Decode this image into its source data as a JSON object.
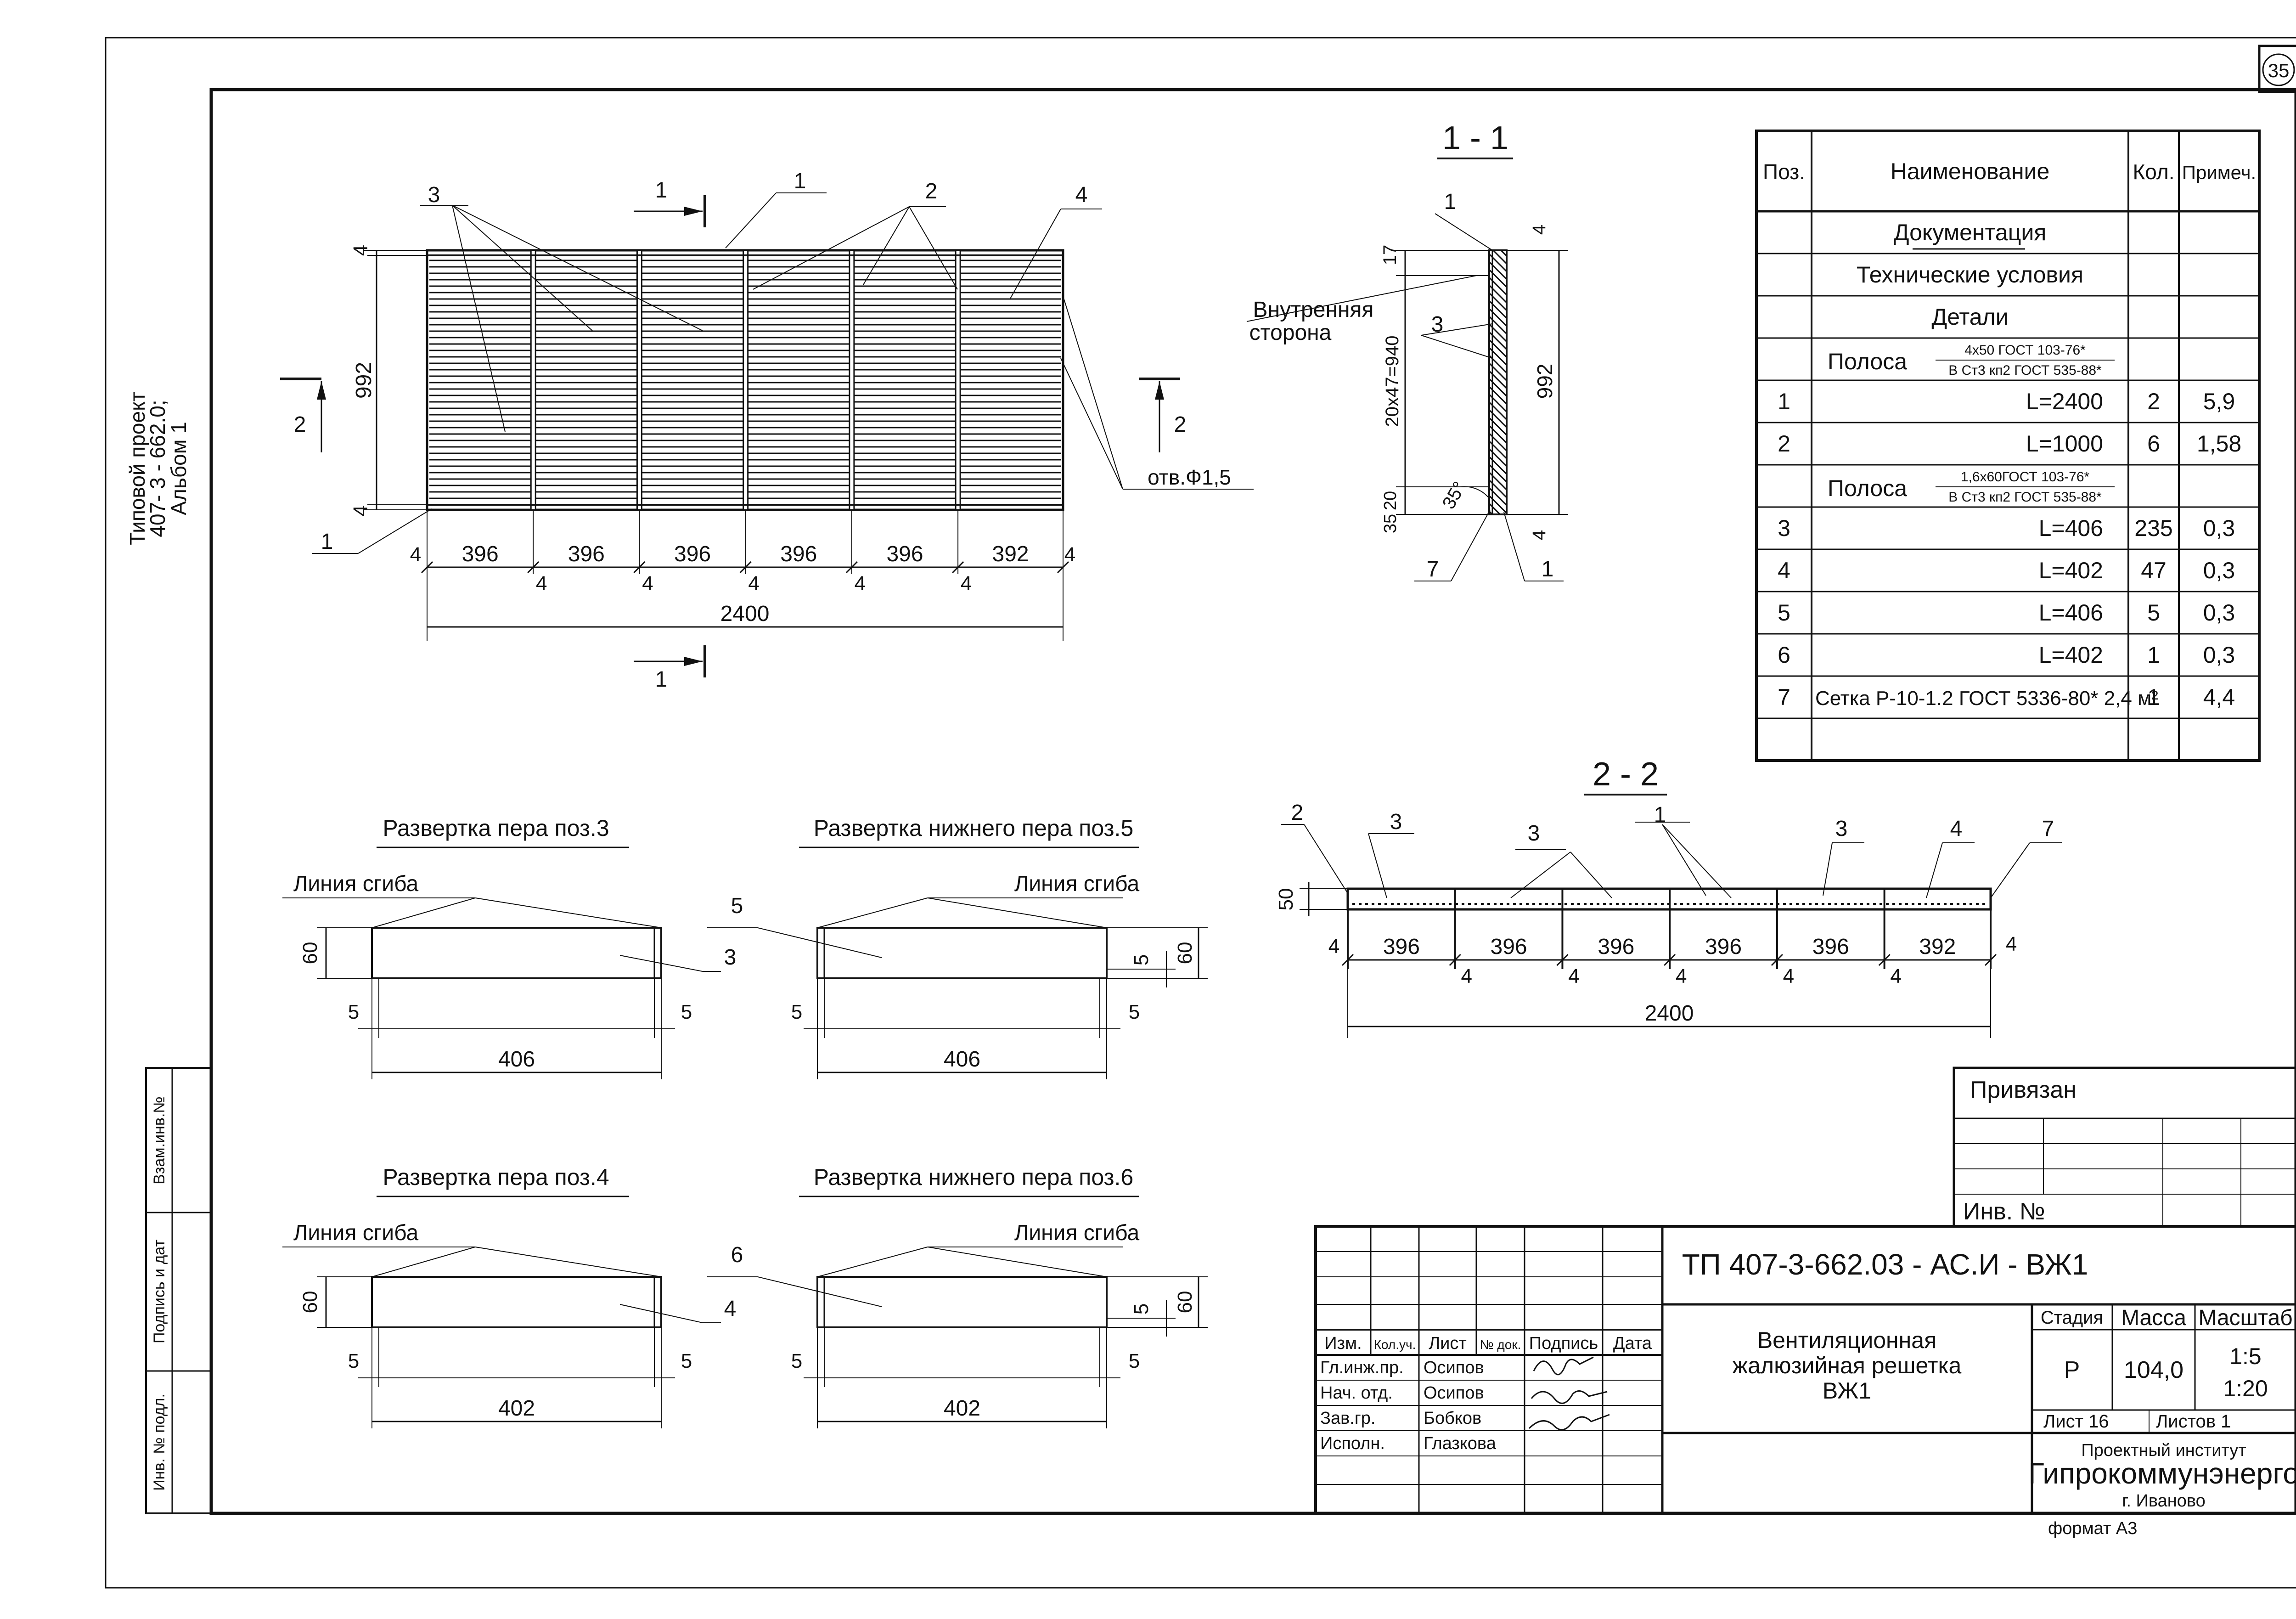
{
  "sheet": {
    "page_number": "35",
    "format": "формат А3",
    "side_title": [
      "Типовой проект",
      "407- 3 - 662.0;",
      "Альбом 1"
    ],
    "side_stamp": [
      "Взам.инв.№",
      "Подпись и дат",
      "Инв. № подл."
    ]
  },
  "main_view": {
    "section_mark": "1",
    "section_mark_2": "2",
    "callouts": [
      "3",
      "1",
      "2",
      "4",
      "1"
    ],
    "hole_label": "отв.Ф1,5",
    "vertical_dims": [
      "4",
      "992",
      "4"
    ],
    "spacing_small": "4",
    "spacings": [
      "396",
      "396",
      "396",
      "396",
      "396",
      "392"
    ],
    "total": "2400"
  },
  "section_1_1": {
    "title": "1 - 1",
    "callouts": [
      "1",
      "3",
      "7",
      "1"
    ],
    "inner_side": [
      "Внутренняя",
      "сторона"
    ],
    "left_dims": [
      "17",
      "20х47=940",
      "20",
      "35"
    ],
    "right_dims": [
      "4",
      "992",
      "4"
    ],
    "angle": "35°"
  },
  "section_2_2": {
    "title": "2 - 2",
    "callouts": [
      "2",
      "3",
      "3",
      "1",
      "3",
      "4",
      "7"
    ],
    "height": "50",
    "spacing_small": "4",
    "spacings": [
      "396",
      "396",
      "396",
      "396",
      "396",
      "392"
    ],
    "total": "2400"
  },
  "unfoldings": [
    {
      "title": "Развертка пера поз.3",
      "bend": "Линия сгиба",
      "callout": "3",
      "height": "60",
      "end_a": "5",
      "end_b": "5",
      "length": "406"
    },
    {
      "title": "Развертка нижнего пера поз.5",
      "bend": "Линия сгиба",
      "callout": "5",
      "height": "60",
      "small": "5",
      "end_a": "5",
      "end_b": "5",
      "length": "406"
    },
    {
      "title": "Развертка пера поз.4",
      "bend": "Линия сгиба",
      "callout": "4",
      "height": "60",
      "end_a": "5",
      "end_b": "5",
      "length": "402"
    },
    {
      "title": "Развертка нижнего пера поз.6",
      "bend": "Линия сгиба",
      "callout": "6",
      "height": "60",
      "small": "5",
      "end_a": "5",
      "end_b": "5",
      "length": "402"
    }
  ],
  "spec_table": {
    "headers": [
      "Поз.",
      "Наименование",
      "Кол.",
      "Примеч."
    ],
    "rows": [
      {
        "pos": "",
        "name": "Документация",
        "qty": "",
        "note": "",
        "style": "section"
      },
      {
        "pos": "",
        "name": "Технические условия",
        "qty": "",
        "note": "",
        "style": "center"
      },
      {
        "pos": "",
        "name": "Детали",
        "qty": "",
        "note": "",
        "style": "center"
      },
      {
        "pos": "",
        "name": "Полоса",
        "sub1": "4х50 ГОСТ 103-76*",
        "sub2": "В Ст3 кп2 ГОСТ 535-88*",
        "qty": "",
        "note": "",
        "style": "material"
      },
      {
        "pos": "1",
        "name": "L=2400",
        "qty": "2",
        "note": "5,9",
        "style": "right"
      },
      {
        "pos": "2",
        "name": "L=1000",
        "qty": "6",
        "note": "1,58",
        "style": "right"
      },
      {
        "pos": "",
        "name": "Полоса",
        "sub1": "1,6х60ГОСТ 103-76*",
        "sub2": "В Ст3 кп2 ГОСТ 535-88*",
        "qty": "",
        "note": "",
        "style": "material"
      },
      {
        "pos": "3",
        "name": "L=406",
        "qty": "235",
        "note": "0,3",
        "style": "right"
      },
      {
        "pos": "4",
        "name": "L=402",
        "qty": "47",
        "note": "0,3",
        "style": "right"
      },
      {
        "pos": "5",
        "name": "L=406",
        "qty": "5",
        "note": "0,3",
        "style": "right"
      },
      {
        "pos": "6",
        "name": "L=402",
        "qty": "1",
        "note": "0,3",
        "style": "right"
      },
      {
        "pos": "7",
        "name": "Сетка Р-10-1.2 ГОСТ 5336-80* 2,4 м²",
        "qty": "1",
        "note": "4,4",
        "style": "left"
      },
      {
        "pos": "",
        "name": "",
        "qty": "",
        "note": "",
        "style": "left"
      }
    ]
  },
  "privyazan": {
    "title": "Привязан",
    "inv": "Инв. №"
  },
  "title_block": {
    "code": "ТП   407-3-662.03 - АС.И - ВЖ1",
    "name": [
      "Вентиляционная",
      "жалюзийная решетка",
      "ВЖ1"
    ],
    "stage_header": "Стадия",
    "mass_header": "Масса",
    "scale_header": "Масштаб",
    "stage": "Р",
    "mass": "104,0",
    "scale": [
      "1:5",
      "1:20"
    ],
    "sheet": "Лист 16",
    "sheets": "Листов 1",
    "institute_line": "Проектный институт",
    "institute": "Гипрокоммунэнерго",
    "city": "г. Иваново",
    "col_headers": [
      "Изм.",
      "Кол.уч.",
      "Лист",
      "№ док.",
      "Подпись",
      "Дата"
    ],
    "signers": [
      {
        "role": "Гл.инж.пр.",
        "name": "Осипов"
      },
      {
        "role": "Нач. отд.",
        "name": "Осипов"
      },
      {
        "role": "Зав.гр.",
        "name": "Бобков"
      },
      {
        "role": "Исполн.",
        "name": "Глазкова"
      }
    ]
  }
}
